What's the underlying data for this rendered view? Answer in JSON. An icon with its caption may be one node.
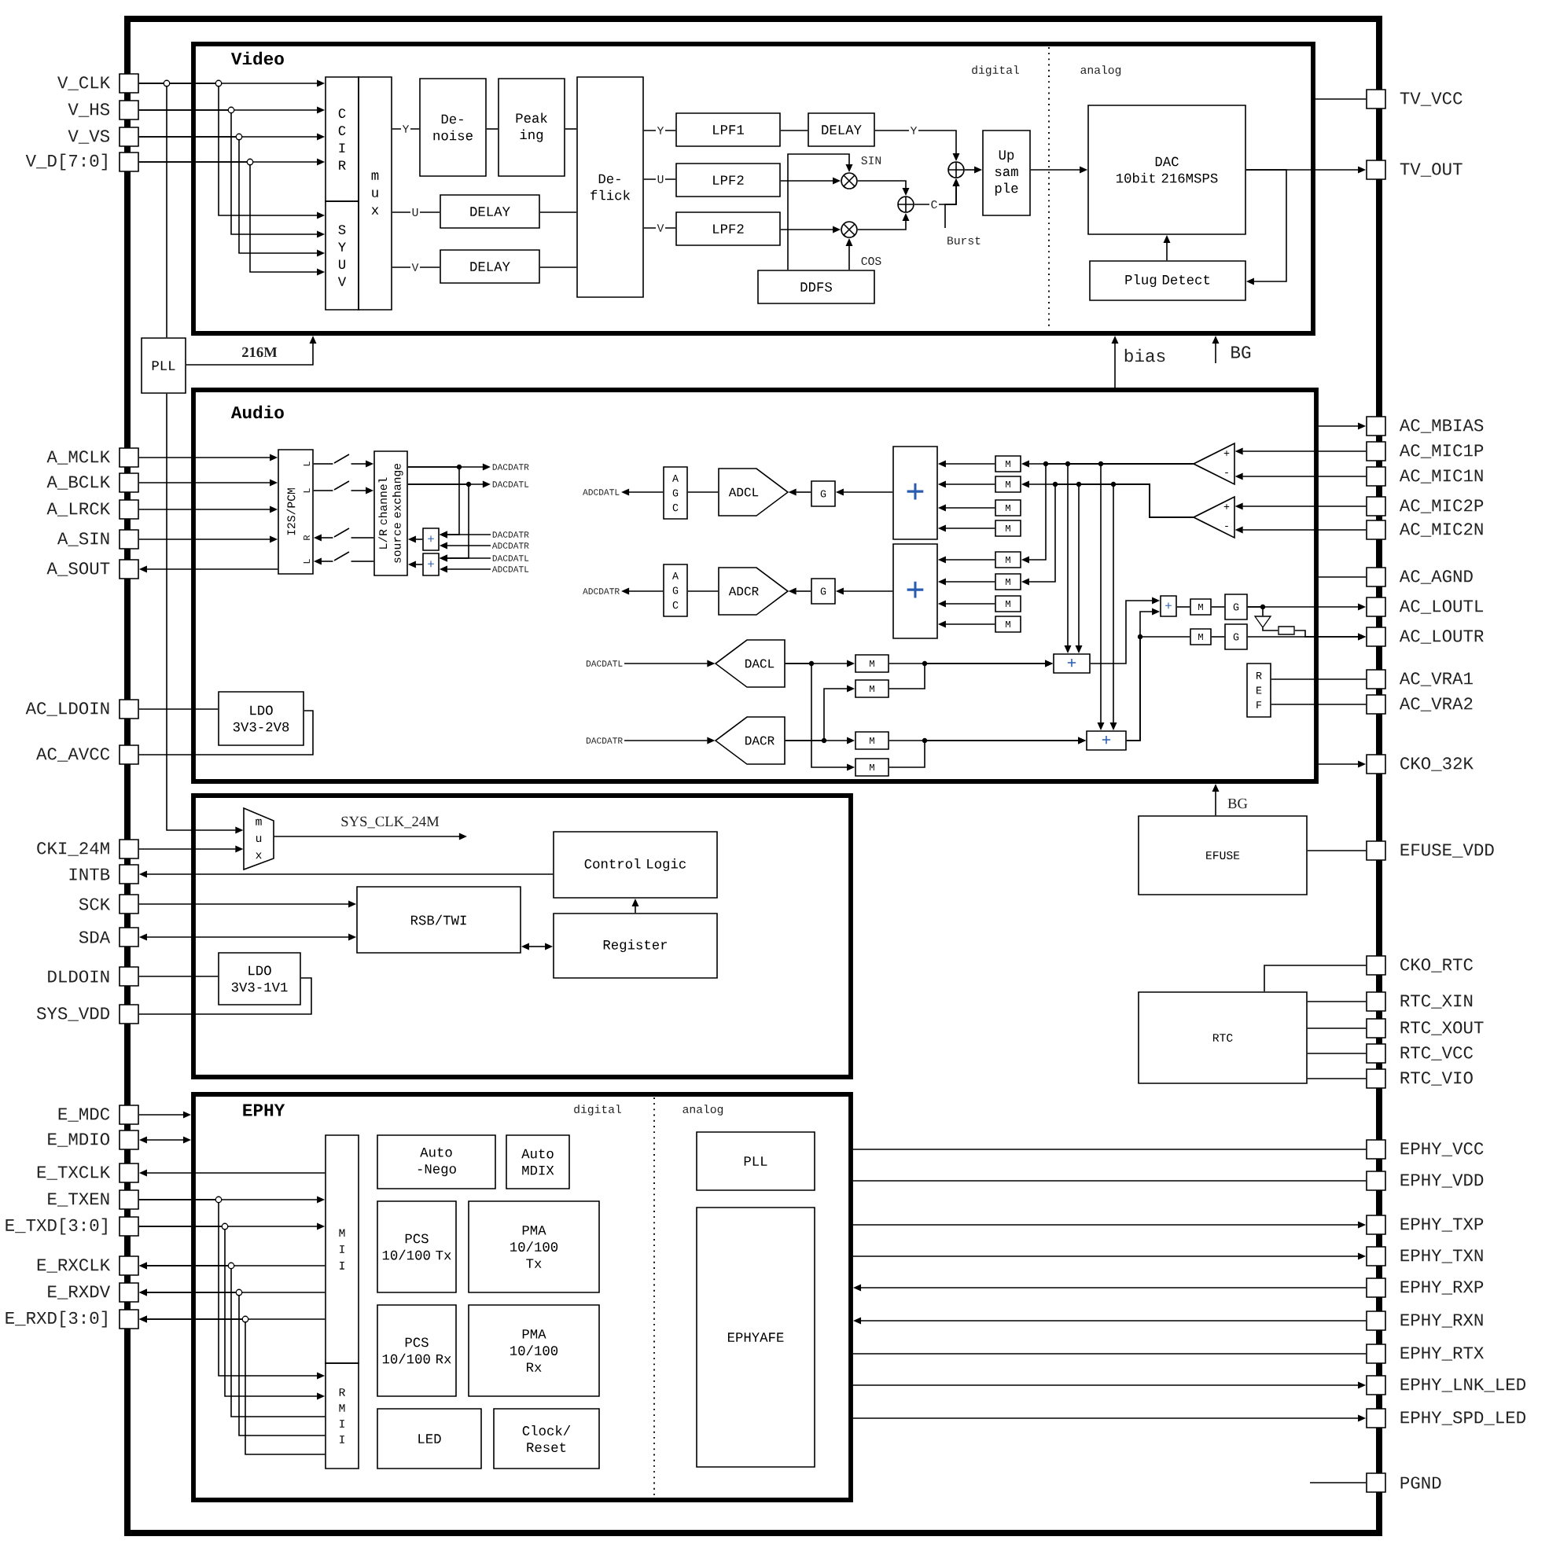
{
  "diagram": {
    "nodes": [
      {
        "text": [],
        "shape": "box"
      },
      {
        "text": [
          "V_CLK"
        ]
      },
      {
        "text": [
          "V_HS"
        ]
      },
      {
        "text": [
          "V_VS"
        ]
      },
      {
        "text": [
          "V_D[7:0]"
        ]
      },
      {
        "text": [
          "Video"
        ],
        "in": 0
      },
      {
        "text": [
          "C C I R"
        ],
        "in": 5
      },
      {
        "text": [
          "S Y U V"
        ],
        "in": 5
      },
      {
        "text": [
          "m u x"
        ],
        "in": 5
      },
      {
        "text": [
          "De- noise"
        ],
        "in": 5
      },
      {
        "text": [
          "Peak ing"
        ],
        "in": 5
      },
      {
        "text": [
          "DELAY"
        ],
        "in": 5
      },
      {
        "text": [
          "DELAY"
        ],
        "in": 5
      },
      {
        "text": [
          "De- flick"
        ],
        "in": 5
      },
      {
        "text": [
          "LPF1"
        ],
        "in": 5
      },
      {
        "text": [
          "LPF2"
        ],
        "in": 5
      },
      {
        "text": [
          "LPF2"
        ],
        "in": 5
      },
      {
        "text": [
          "DELAY"
        ],
        "in": 5
      },
      {
        "text": [],
        "shape": "circle",
        "in": 5
      },
      {
        "text": [],
        "shape": "circle",
        "in": 5
      },
      {
        "text": [],
        "shape": "circle",
        "in": 5
      },
      {
        "text": [],
        "shape": "circle",
        "in": 5
      },
      {
        "text": [
          "DDFS"
        ],
        "in": 5
      },
      {
        "text": [
          "Up sam ple"
        ],
        "in": 5
      },
      {
        "text": [
          "DAC",
          "10bit 216MSPS"
        ],
        "in": 5
      },
      {
        "text": [
          "Plug Detect"
        ],
        "in": 5
      },
      {
        "text": [
          "TV_VCC"
        ]
      },
      {
        "text": [
          "TV_OUT"
        ]
      },
      {
        "text": [
          "PLL"
        ],
        "in": 0
      },
      {
        "text": [
          "Audio"
        ],
        "in": 0
      },
      {
        "text": [
          "A_MCLK"
        ]
      },
      {
        "text": [
          "A_BCLK"
        ]
      },
      {
        "text": [
          "A_LRCK"
        ]
      },
      {
        "text": [
          "A_SIN"
        ]
      },
      {
        "text": [
          "A_SOUT"
        ]
      },
      {
        "text": [
          "I2S/PCM"
        ],
        "in": 29
      },
      {
        "text": [
          "L/R channel source exchange"
        ],
        "in": 29
      },
      {
        "text": [
          "DACDATR"
        ],
        "in": 29
      },
      {
        "text": [
          "DACDATL"
        ],
        "in": 29
      },
      {
        "text": [
          "+"
        ],
        "in": 29
      },
      {
        "text": [
          "+"
        ],
        "in": 29
      },
      {
        "text": [
          "DACDATR"
        ],
        "in": 29
      },
      {
        "text": [
          "ADCDATR"
        ],
        "in": 29
      },
      {
        "text": [
          "DACDATL"
        ],
        "in": 29
      },
      {
        "text": [
          "ADCDATL"
        ],
        "in": 29
      },
      {
        "text": [
          "ADCDATL"
        ],
        "in": 29
      },
      {
        "text": [
          "A G C"
        ],
        "in": 29
      },
      {
        "text": [
          "ADCL"
        ],
        "in": 29
      },
      {
        "text": [
          "G"
        ],
        "in": 29
      },
      {
        "text": [
          "+"
        ],
        "in": 29
      },
      {
        "text": [
          "M"
        ],
        "in": 29
      },
      {
        "text": [
          "M"
        ],
        "in": 29
      },
      {
        "text": [
          "M"
        ],
        "in": 29
      },
      {
        "text": [
          "M"
        ],
        "in": 29
      },
      {
        "text": [
          "ADCDATR"
        ],
        "in": 29
      },
      {
        "text": [
          "A G C"
        ],
        "in": 29
      },
      {
        "text": [
          "ADCR"
        ],
        "in": 29
      },
      {
        "text": [
          "G"
        ],
        "in": 29
      },
      {
        "text": [
          "+"
        ],
        "in": 29
      },
      {
        "text": [
          "M"
        ],
        "in": 29
      },
      {
        "text": [
          "M"
        ],
        "in": 29
      },
      {
        "text": [
          "M"
        ],
        "in": 29
      },
      {
        "text": [
          "M"
        ],
        "in": 29
      },
      {
        "text": [
          "+",
          "-"
        ],
        "in": 29
      },
      {
        "text": [
          "+",
          "-"
        ],
        "in": 29
      },
      {
        "text": [
          "DACDATL"
        ],
        "in": 29
      },
      {
        "text": [
          "DACL"
        ],
        "in": 29
      },
      {
        "text": [
          "DACDATR"
        ],
        "in": 29
      },
      {
        "text": [
          "DACR"
        ],
        "in": 29
      },
      {
        "text": [
          "M"
        ],
        "in": 29
      },
      {
        "text": [
          "M"
        ],
        "in": 29
      },
      {
        "text": [
          "M"
        ],
        "in": 29
      },
      {
        "text": [
          "M"
        ],
        "in": 29
      },
      {
        "text": [
          "+"
        ],
        "in": 29
      },
      {
        "text": [
          "+"
        ],
        "in": 29
      },
      {
        "text": [
          "+"
        ],
        "in": 29
      },
      {
        "text": [
          "M"
        ],
        "in": 29
      },
      {
        "text": [
          "G"
        ],
        "in": 29
      },
      {
        "text": [
          "M"
        ],
        "in": 29
      },
      {
        "text": [
          "G"
        ],
        "in": 29
      },
      {
        "text": [
          "R E F"
        ],
        "in": 29
      },
      {
        "text": [
          "LDO 3V3-2V8"
        ],
        "in": 29
      },
      {
        "text": [
          "AC_LDOIN"
        ]
      },
      {
        "text": [
          "AC_AVCC"
        ]
      },
      {
        "text": [
          "AC_MBIAS"
        ]
      },
      {
        "text": [
          "AC_MIC1P"
        ]
      },
      {
        "text": [
          "AC_MIC1N"
        ]
      },
      {
        "text": [
          "AC_MIC2P"
        ]
      },
      {
        "text": [
          "AC_MIC2N"
        ]
      },
      {
        "text": [
          "AC_AGND"
        ]
      },
      {
        "text": [
          "AC_LOUTL"
        ]
      },
      {
        "text": [
          "AC_LOUTR"
        ]
      },
      {
        "text": [
          "AC_VRA1"
        ]
      },
      {
        "text": [
          "AC_VRA2"
        ]
      },
      {
        "text": [
          "CKO_32K"
        ]
      },
      {
        "text": [],
        "shape": "box",
        "in": 0
      },
      {
        "text": [
          "m u x"
        ],
        "in": 95
      },
      {
        "text": [
          "CKI_24M"
        ]
      },
      {
        "text": [
          "INTB"
        ]
      },
      {
        "text": [
          "SCK"
        ]
      },
      {
        "text": [
          "SDA"
        ]
      },
      {
        "text": [
          "DLDOIN"
        ]
      },
      {
        "text": [
          "SYS_VDD"
        ]
      },
      {
        "text": [
          "Control Logic"
        ],
        "in": 95
      },
      {
        "text": [
          "RSB/TWI"
        ],
        "in": 95
      },
      {
        "text": [
          "Register"
        ],
        "in": 95
      },
      {
        "text": [
          "LDO 3V3-1V1"
        ],
        "in": 95
      },
      {
        "text": [
          "EFUSE"
        ],
        "in": 0
      },
      {
        "text": [
          "EFUSE_VDD"
        ]
      },
      {
        "text": [
          "RTC"
        ],
        "in": 0
      },
      {
        "text": [
          "CKO_RTC"
        ]
      },
      {
        "text": [
          "RTC_XIN"
        ]
      },
      {
        "text": [
          "RTC_XOUT"
        ]
      },
      {
        "text": [
          "RTC_VCC"
        ]
      },
      {
        "text": [
          "RTC_VIO"
        ]
      },
      {
        "text": [
          "EPHY"
        ],
        "in": 0
      },
      {
        "text": [
          "E_MDC"
        ]
      },
      {
        "text": [
          "E_MDIO"
        ]
      },
      {
        "text": [
          "E_TXCLK"
        ]
      },
      {
        "text": [
          "E_TXEN"
        ]
      },
      {
        "text": [
          "E_TXD[3:0]"
        ]
      },
      {
        "text": [
          "E_RXCLK"
        ]
      },
      {
        "text": [
          "E_RXDV"
        ]
      },
      {
        "text": [
          "E_RXD[3:0]"
        ]
      },
      {
        "text": [
          "M I I"
        ],
        "in": 115
      },
      {
        "text": [
          "R M I I"
        ],
        "in": 115
      },
      {
        "text": [
          "Auto -Nego"
        ],
        "in": 115
      },
      {
        "text": [
          "Auto MDIX"
        ],
        "in": 115
      },
      {
        "text": [
          "PCS 10/100 Tx"
        ],
        "in": 115
      },
      {
        "text": [
          "PMA 10/100 Tx"
        ],
        "in": 115
      },
      {
        "text": [
          "PCS 10/100 Rx"
        ],
        "in": 115
      },
      {
        "text": [
          "PMA 10/100 Rx"
        ],
        "in": 115
      },
      {
        "text": [
          "LED"
        ],
        "in": 115
      },
      {
        "text": [
          "Clock/ Reset"
        ],
        "in": 115
      },
      {
        "text": [
          "PLL"
        ],
        "in": 115
      },
      {
        "text": [
          "EPHYAFE"
        ],
        "in": 115
      },
      {
        "text": [
          "EPHY_VCC"
        ]
      },
      {
        "text": [
          "EPHY_VDD"
        ]
      },
      {
        "text": [
          "EPHY_TXP"
        ]
      },
      {
        "text": [
          "EPHY_TXN"
        ]
      },
      {
        "text": [
          "EPHY_RXP"
        ]
      },
      {
        "text": [
          "EPHY_RXN"
        ]
      },
      {
        "text": [
          "EPHY_RTX"
        ]
      },
      {
        "text": [
          "EPHY_LNK_LED"
        ]
      },
      {
        "text": [
          "EPHY_SPD_LED"
        ]
      },
      {
        "text": [
          "PGND"
        ]
      },
      {
        "text": [],
        "shape": "switch",
        "in": 29
      },
      {
        "text": [],
        "shape": "switch",
        "in": 29
      },
      {
        "text": [],
        "shape": "switch",
        "in": 29
      },
      {
        "text": [],
        "shape": "switch",
        "in": 29
      },
      {
        "text": [],
        "shape": "triangle",
        "in": 29
      },
      {
        "text": [],
        "shape": "box",
        "in": 29
      }
    ],
    "edges": [
      {
        "from": 1,
        "to": 6,
        "arrow": "to"
      },
      {
        "from": 1,
        "to": 7,
        "arrow": "to"
      },
      {
        "from": 2,
        "to": 6,
        "arrow": "to"
      },
      {
        "from": 2,
        "to": 7,
        "arrow": "to"
      },
      {
        "from": 3,
        "to": 6,
        "arrow": "to"
      },
      {
        "from": 3,
        "to": 7,
        "arrow": "to"
      },
      {
        "from": 4,
        "to": 6,
        "arrow": "to"
      },
      {
        "from": 4,
        "to": 7,
        "arrow": "to"
      },
      {
        "from": 1,
        "to": 28,
        "arrow": "none"
      },
      {
        "from": 8,
        "to": 9,
        "arrow": "none",
        "label": "Y"
      },
      {
        "from": 8,
        "to": 11,
        "arrow": "none",
        "label": "U"
      },
      {
        "from": 8,
        "to": 12,
        "arrow": "none",
        "label": "V"
      },
      {
        "from": 9,
        "to": 10,
        "arrow": "none"
      },
      {
        "from": 10,
        "to": 13,
        "arrow": "none"
      },
      {
        "from": 11,
        "to": 13,
        "arrow": "none"
      },
      {
        "from": 12,
        "to": 13,
        "arrow": "none"
      },
      {
        "from": 13,
        "to": 14,
        "arrow": "none",
        "label": "Y"
      },
      {
        "from": 13,
        "to": 15,
        "arrow": "none",
        "label": "U"
      },
      {
        "from": 13,
        "to": 16,
        "arrow": "none",
        "label": "V"
      },
      {
        "from": 14,
        "to": 17,
        "arrow": "none"
      },
      {
        "from": 17,
        "to": 21,
        "arrow": "to",
        "label": "Y"
      },
      {
        "from": 15,
        "to": 18,
        "arrow": "to"
      },
      {
        "from": 16,
        "to": 19,
        "arrow": "to"
      },
      {
        "from": 22,
        "to": 18,
        "arrow": "to",
        "label": "SIN"
      },
      {
        "from": 22,
        "to": 19,
        "arrow": "to",
        "label": "COS"
      },
      {
        "from": 18,
        "to": 20,
        "arrow": "to"
      },
      {
        "from": 19,
        "to": 20,
        "arrow": "to"
      },
      {
        "from": 20,
        "to": 21,
        "arrow": "to",
        "label": "C"
      },
      {
        "from": null,
        "to": 21,
        "arrow": "to",
        "label": "Burst"
      },
      {
        "from": 21,
        "to": 23,
        "arrow": "to"
      },
      {
        "from": 23,
        "to": 24,
        "arrow": "to"
      },
      {
        "from": 24,
        "to": 27,
        "arrow": "to"
      },
      {
        "from": 24,
        "to": 25,
        "arrow": "to"
      },
      {
        "from": 25,
        "to": 24,
        "arrow": "to"
      },
      {
        "from": 5,
        "to": 26,
        "arrow": "none"
      },
      {
        "from": 28,
        "to": 5,
        "arrow": "to",
        "label": "216M"
      },
      {
        "from": 29,
        "to": 5,
        "arrow": "to",
        "label": "bias"
      },
      {
        "from": null,
        "to": 5,
        "arrow": "to",
        "label": "BG"
      },
      {
        "from": 30,
        "to": 35,
        "arrow": "to"
      },
      {
        "from": 31,
        "to": 35,
        "arrow": "to"
      },
      {
        "from": 32,
        "to": 35,
        "arrow": "to"
      },
      {
        "from": 33,
        "to": 35,
        "arrow": "to"
      },
      {
        "from": 35,
        "to": 34,
        "arrow": "to"
      },
      {
        "from": 35,
        "to": 146,
        "arrow": "none"
      },
      {
        "from": 35,
        "to": 147,
        "arrow": "none"
      },
      {
        "from": 148,
        "to": 35,
        "arrow": "to"
      },
      {
        "from": 149,
        "to": 35,
        "arrow": "to"
      },
      {
        "from": 36,
        "to": 37,
        "arrow": "to"
      },
      {
        "from": 36,
        "to": 38,
        "arrow": "to"
      },
      {
        "from": 36,
        "to": 39,
        "arrow": "to"
      },
      {
        "from": 36,
        "to": 40,
        "arrow": "to"
      },
      {
        "from": 41,
        "to": 39,
        "arrow": "to"
      },
      {
        "from": 42,
        "to": 39,
        "arrow": "to"
      },
      {
        "from": 43,
        "to": 40,
        "arrow": "to"
      },
      {
        "from": 44,
        "to": 40,
        "arrow": "to"
      },
      {
        "from": 39,
        "to": 36,
        "arrow": "to"
      },
      {
        "from": 40,
        "to": 36,
        "arrow": "to"
      },
      {
        "from": 46,
        "to": 45,
        "arrow": "to"
      },
      {
        "from": 47,
        "to": 46,
        "arrow": "none"
      },
      {
        "from": 48,
        "to": 47,
        "arrow": "to"
      },
      {
        "from": 49,
        "to": 48,
        "arrow": "to"
      },
      {
        "from": 50,
        "to": 49,
        "arrow": "to"
      },
      {
        "from": 51,
        "to": 49,
        "arrow": "to"
      },
      {
        "from": 52,
        "to": 49,
        "arrow": "to"
      },
      {
        "from": 53,
        "to": 49,
        "arrow": "to"
      },
      {
        "from": 55,
        "to": 54,
        "arrow": "to"
      },
      {
        "from": 56,
        "to": 55,
        "arrow": "none"
      },
      {
        "from": 57,
        "to": 56,
        "arrow": "to"
      },
      {
        "from": 58,
        "to": 57,
        "arrow": "to"
      },
      {
        "from": 59,
        "to": 58,
        "arrow": "to"
      },
      {
        "from": 60,
        "to": 58,
        "arrow": "to"
      },
      {
        "from": 61,
        "to": 58,
        "arrow": "to"
      },
      {
        "from": 62,
        "to": 58,
        "arrow": "to"
      },
      {
        "from": 63,
        "to": 50,
        "arrow": "to"
      },
      {
        "from": 63,
        "to": 59,
        "arrow": "to"
      },
      {
        "from": 63,
        "to": 73,
        "arrow": "to"
      },
      {
        "from": 63,
        "to": 74,
        "arrow": "to"
      },
      {
        "from": 64,
        "to": 51,
        "arrow": "to"
      },
      {
        "from": 64,
        "to": 60,
        "arrow": "to"
      },
      {
        "from": 64,
        "to": 73,
        "arrow": "to"
      },
      {
        "from": 64,
        "to": 74,
        "arrow": "to"
      },
      {
        "from": 85,
        "to": 63,
        "arrow": "to"
      },
      {
        "from": 86,
        "to": 63,
        "arrow": "to"
      },
      {
        "from": 87,
        "to": 64,
        "arrow": "to"
      },
      {
        "from": 88,
        "to": 64,
        "arrow": "to"
      },
      {
        "from": 65,
        "to": 66,
        "arrow": "to"
      },
      {
        "from": 67,
        "to": 68,
        "arrow": "to"
      },
      {
        "from": 66,
        "to": 69,
        "arrow": "to"
      },
      {
        "from": 66,
        "to": 72,
        "arrow": "to"
      },
      {
        "from": 68,
        "to": 71,
        "arrow": "to"
      },
      {
        "from": 68,
        "to": 70,
        "arrow": "to"
      },
      {
        "from": 69,
        "to": 73,
        "arrow": "to"
      },
      {
        "from": 70,
        "to": 73,
        "arrow": "to"
      },
      {
        "from": 71,
        "to": 74,
        "arrow": "to"
      },
      {
        "from": 72,
        "to": 74,
        "arrow": "to"
      },
      {
        "from": 73,
        "to": 75,
        "arrow": "to"
      },
      {
        "from": 74,
        "to": 75,
        "arrow": "to"
      },
      {
        "from": 74,
        "to": 78,
        "arrow": "none"
      },
      {
        "from": 75,
        "to": 76,
        "arrow": "none"
      },
      {
        "from": 76,
        "to": 77,
        "arrow": "none"
      },
      {
        "from": 78,
        "to": 79,
        "arrow": "none"
      },
      {
        "from": 77,
        "to": 90,
        "arrow": "to"
      },
      {
        "from": 79,
        "to": 91,
        "arrow": "to"
      },
      {
        "from": 80,
        "to": 92,
        "arrow": "none"
      },
      {
        "from": 80,
        "to": 93,
        "arrow": "none"
      },
      {
        "from": 29,
        "to": 84,
        "arrow": "to"
      },
      {
        "from": 29,
        "to": 89,
        "arrow": "none"
      },
      {
        "from": 29,
        "to": 94,
        "arrow": "to"
      },
      {
        "from": 82,
        "to": 81,
        "arrow": "none"
      },
      {
        "from": 81,
        "to": 83,
        "arrow": "none"
      },
      {
        "from": 107,
        "to": 29,
        "arrow": "to",
        "label": "BG"
      },
      {
        "from": 28,
        "to": 96,
        "arrow": "to"
      },
      {
        "from": 97,
        "to": 96,
        "arrow": "to"
      },
      {
        "from": 96,
        "to": null,
        "arrow": "to",
        "label": "SYS_CLK_24M"
      },
      {
        "from": 103,
        "to": 98,
        "arrow": "to"
      },
      {
        "from": 99,
        "to": 104,
        "arrow": "to"
      },
      {
        "from": 100,
        "to": 104,
        "arrow": "both"
      },
      {
        "from": 104,
        "to": 105,
        "arrow": "both"
      },
      {
        "from": 105,
        "to": 103,
        "arrow": "to"
      },
      {
        "from": 101,
        "to": 106,
        "arrow": "none"
      },
      {
        "from": 106,
        "to": 102,
        "arrow": "none"
      },
      {
        "from": 107,
        "to": 108,
        "arrow": "none"
      },
      {
        "from": 109,
        "to": 110,
        "arrow": "none"
      },
      {
        "from": 109,
        "to": 111,
        "arrow": "none"
      },
      {
        "from": 109,
        "to": 112,
        "arrow": "none"
      },
      {
        "from": 109,
        "to": 113,
        "arrow": "none"
      },
      {
        "from": 109,
        "to": 114,
        "arrow": "none"
      },
      {
        "from": 116,
        "to": 115,
        "arrow": "to"
      },
      {
        "from": 117,
        "to": 115,
        "arrow": "both"
      },
      {
        "from": 124,
        "to": 118,
        "arrow": "to"
      },
      {
        "from": 119,
        "to": 124,
        "arrow": "to"
      },
      {
        "from": 119,
        "to": 125,
        "arrow": "to"
      },
      {
        "from": 120,
        "to": 124,
        "arrow": "to"
      },
      {
        "from": 120,
        "to": 125,
        "arrow": "to"
      },
      {
        "from": 124,
        "to": 121,
        "arrow": "to"
      },
      {
        "from": 125,
        "to": 121,
        "arrow": "to"
      },
      {
        "from": 124,
        "to": 122,
        "arrow": "to"
      },
      {
        "from": 125,
        "to": 122,
        "arrow": "to"
      },
      {
        "from": 124,
        "to": 123,
        "arrow": "to"
      },
      {
        "from": 125,
        "to": 123,
        "arrow": "to"
      },
      {
        "from": 115,
        "to": 136,
        "arrow": "none"
      },
      {
        "from": 115,
        "to": 137,
        "arrow": "none"
      },
      {
        "from": 115,
        "to": 138,
        "arrow": "to"
      },
      {
        "from": 115,
        "to": 139,
        "arrow": "to"
      },
      {
        "from": 140,
        "to": 115,
        "arrow": "to"
      },
      {
        "from": 141,
        "to": 115,
        "arrow": "to"
      },
      {
        "from": 115,
        "to": 142,
        "arrow": "none"
      },
      {
        "from": 115,
        "to": 143,
        "arrow": "to"
      },
      {
        "from": 115,
        "to": 144,
        "arrow": "to"
      },
      {
        "from": null,
        "to": 145,
        "arrow": "none"
      },
      {
        "from": 146,
        "to": 36,
        "arrow": "to"
      },
      {
        "from": 147,
        "to": 36,
        "arrow": "to"
      },
      {
        "from": 36,
        "to": 148,
        "arrow": "none"
      },
      {
        "from": 36,
        "to": 149,
        "arrow": "none"
      },
      {
        "from": 77,
        "to": 150,
        "arrow": "none"
      },
      {
        "from": 150,
        "to": 151,
        "arrow": "none"
      },
      {
        "from": 151,
        "to": 91,
        "arrow": "to"
      }
    ],
    "labels": [
      "digital",
      "analog",
      "L",
      "L",
      "R",
      "L",
      "digital",
      "analog"
    ]
  }
}
